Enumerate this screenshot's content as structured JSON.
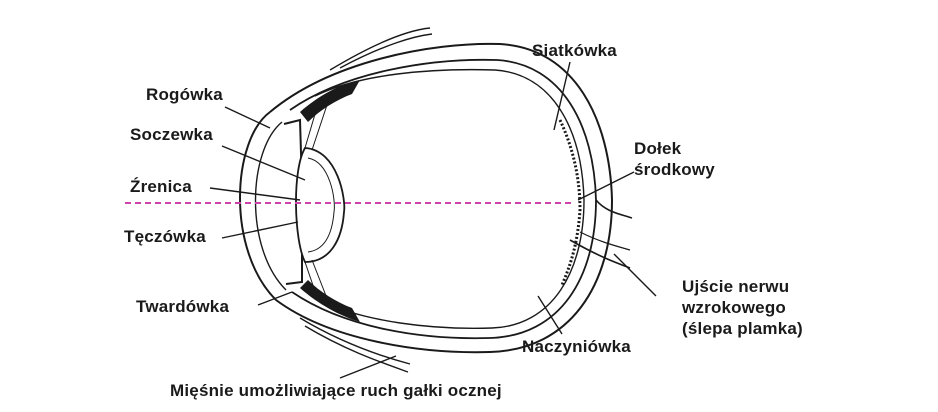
{
  "labels": {
    "rogowka": "Rogówka",
    "soczewka": "Soczewka",
    "zrenica": "Źrenica",
    "teczowka": "Tęczówka",
    "twardowka": "Twardówka",
    "siatkowka": "Siatkówka",
    "dolek_line1": "Dołek",
    "dolek_line2": "środkowy",
    "nerw_line1": "Ujście nerwu",
    "nerw_line2": "wzrokowego",
    "nerw_line3": "(ślepa plamka)",
    "naczyniowka": "Naczyniówka",
    "miesnie": "Mięśnie umożliwiające ruch gałki ocznej"
  },
  "colors": {
    "outline": "#1a1a1a",
    "axis": "#cc44aa",
    "background": "#ffffff"
  }
}
